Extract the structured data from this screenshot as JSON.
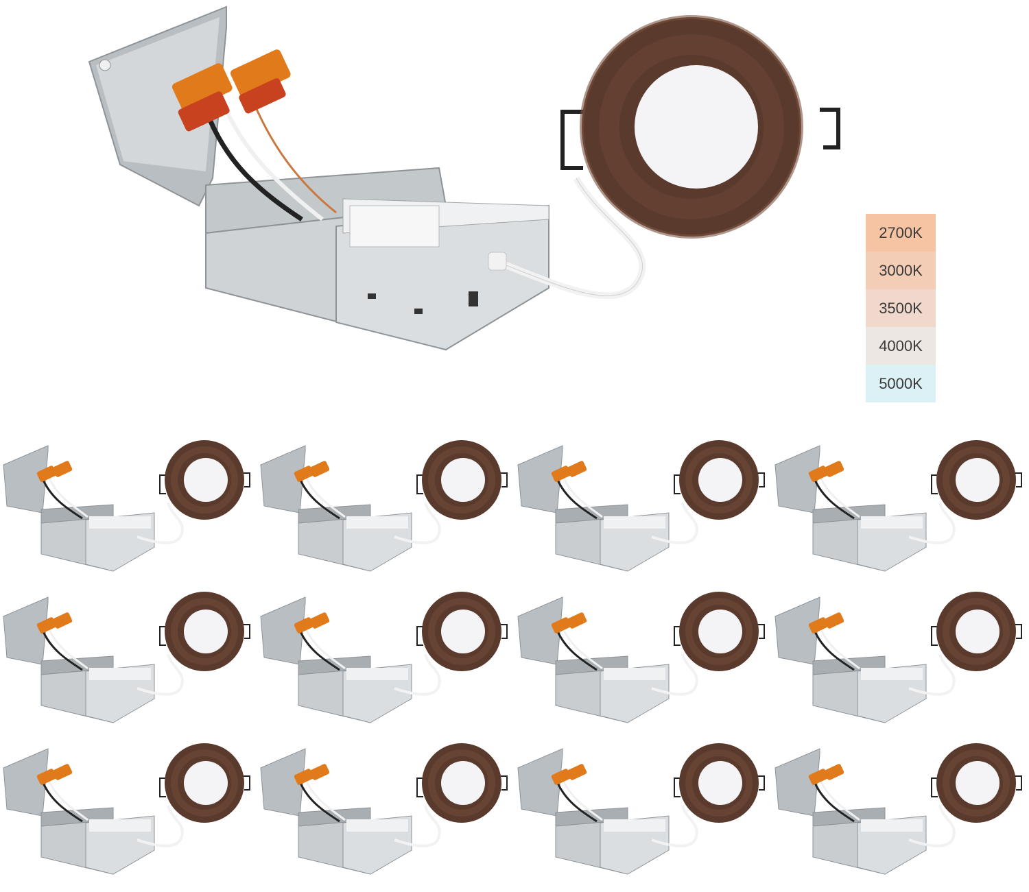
{
  "product": {
    "name": "recessed-led-downlight-with-junction-box",
    "trim_finish": "oil-rubbed-bronze",
    "colors": {
      "trim": "#5a3a2c",
      "trim_light": "#7a5240",
      "lens": "#f4f4f6",
      "box": "#c9cdd0",
      "box_dark": "#a8aeb2",
      "connector": "#e07a1a",
      "cable": "#f2f2f2"
    }
  },
  "cct_swatches": [
    {
      "label": "2700K",
      "color": "#f6c4a2"
    },
    {
      "label": "3000K",
      "color": "#f3cdb5"
    },
    {
      "label": "3500K",
      "color": "#f0d9cc"
    },
    {
      "label": "4000K",
      "color": "#ede7e4"
    },
    {
      "label": "5000K",
      "color": "#dcf1f5"
    }
  ],
  "pack_grid": {
    "rows": 3,
    "columns": 4,
    "count": 12
  }
}
